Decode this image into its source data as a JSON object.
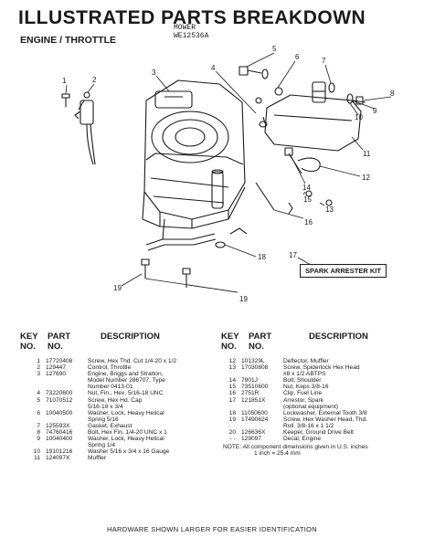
{
  "header": {
    "title": "ILLUSTRATED PARTS BREAKDOWN",
    "subtitle": "ENGINE / THROTTLE",
    "model_line1": "MOWER",
    "model_line2": "WE12536A"
  },
  "diagram": {
    "callouts": [
      "1",
      "2",
      "3",
      "4",
      "5",
      "6",
      "7",
      "8",
      "9",
      "10",
      "11",
      "12",
      "13",
      "14",
      "15",
      "16",
      "17",
      "18",
      "19",
      "19"
    ],
    "kit_label": "SPARK ARRESTER KIT"
  },
  "table_headers": {
    "key_line1": "KEY",
    "key_line2": "NO.",
    "part_line1": "PART",
    "part_line2": "NO.",
    "description": "DESCRIPTION"
  },
  "parts_left": [
    {
      "key": "1",
      "part": "17720408",
      "desc": "Screw, Hex Thd. Cut 1/4-20 x 1/2"
    },
    {
      "key": "2",
      "part": "129447",
      "desc": "Control, Throttle"
    },
    {
      "key": "3",
      "part": "127690",
      "desc": "Engine, Briggs and Stratton,"
    },
    {
      "key": "",
      "part": "",
      "desc": "Model Number 286707, Type"
    },
    {
      "key": "",
      "part": "",
      "desc": "Number 0413-01"
    },
    {
      "key": "4",
      "part": "73220600",
      "desc": "Nut, Fin., Hex. 5/16-18 UNC"
    },
    {
      "key": "5",
      "part": "71070512",
      "desc": "Screw, Hex Hd. Cap"
    },
    {
      "key": "",
      "part": "",
      "desc": "5/16-18 x 3/4"
    },
    {
      "key": "6",
      "part": "10040500",
      "desc": "Washer, Lock, Heavy Helical"
    },
    {
      "key": "",
      "part": "",
      "desc": "Spring 5/16"
    },
    {
      "key": "7",
      "part": "125593X",
      "desc": "Gasket, Exhaust"
    },
    {
      "key": "8",
      "part": "74760416",
      "desc": "Bolt, Hex Fin. 1/4-20 UNC x 1"
    },
    {
      "key": "9",
      "part": "10040400",
      "desc": "Washer, Lock, Heavy Helical"
    },
    {
      "key": "",
      "part": "",
      "desc": "Spring 1/4"
    },
    {
      "key": "10",
      "part": "19101216",
      "desc": "Washer 5/16 x 3/4 x 16 Gauge"
    },
    {
      "key": "11",
      "part": "124097X",
      "desc": "Muffler"
    }
  ],
  "parts_right": [
    {
      "key": "12",
      "part": "101329L",
      "desc": "Deflector, Muffler"
    },
    {
      "key": "13",
      "part": "17030808",
      "desc": "Screw, Spiderlock Hex Head"
    },
    {
      "key": "",
      "part": "",
      "desc": "#8 x 1/2 ABTPS"
    },
    {
      "key": "14",
      "part": "7901J",
      "desc": "Bolt, Shoulder"
    },
    {
      "key": "15",
      "part": "73510600",
      "desc": "Nut, Keps 3/8-16"
    },
    {
      "key": "16",
      "part": "2751R",
      "desc": "Clip, Fuel Line"
    },
    {
      "key": "17",
      "part": "121851X",
      "desc": "Arrestor, Spark"
    },
    {
      "key": "",
      "part": "",
      "desc": "(optional equipment)"
    },
    {
      "key": "18",
      "part": "11050600",
      "desc": "Lockwasher, External Tooth 3/8"
    },
    {
      "key": "19",
      "part": "17490624",
      "desc": "Screw, Hex Washer Head, Thd."
    },
    {
      "key": "",
      "part": "",
      "desc": "Roll. 3/8-16 x 1 1/2"
    },
    {
      "key": "20",
      "part": "126636X",
      "desc": "Keeper, Ground Drive Belt"
    },
    {
      "key": "- -",
      "part": "129097",
      "desc": "Decal, Engine"
    }
  ],
  "note": {
    "line1": "NOTE: All component dimensions given in U.S. inches",
    "line2": "1 inch = 25.4 mm"
  },
  "footer": "HARDWARE SHOWN LARGER FOR EASIER IDENTIFICATION"
}
